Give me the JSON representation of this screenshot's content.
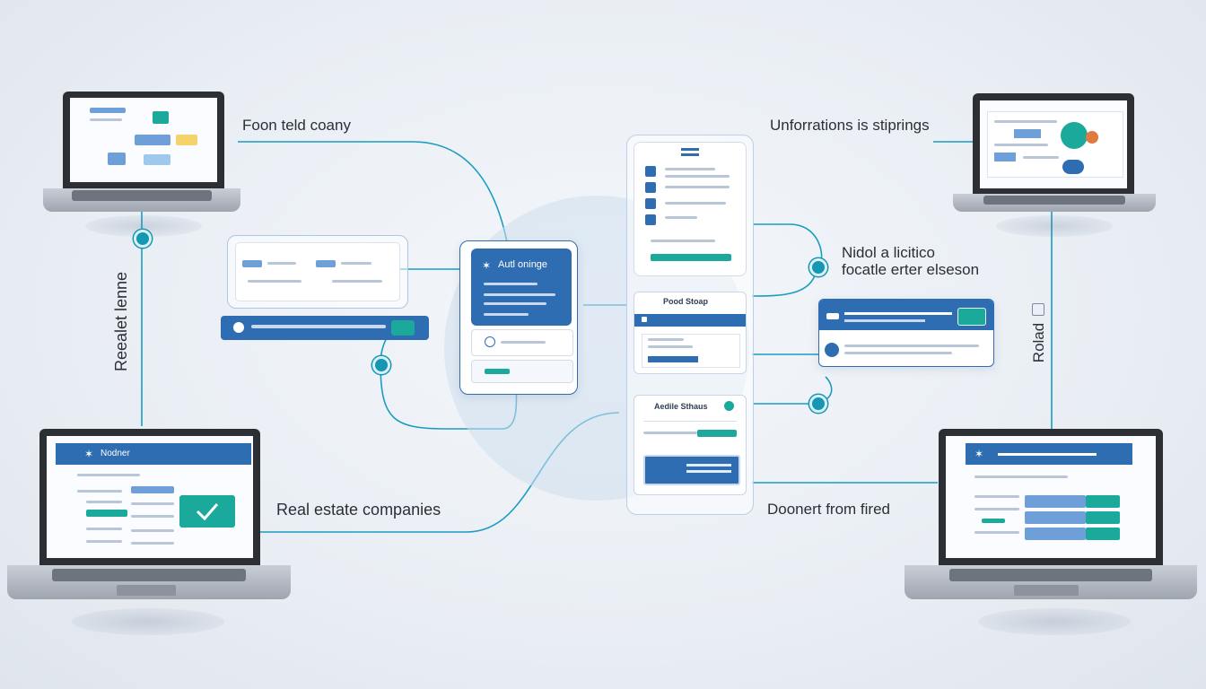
{
  "labels": {
    "top_left": "Foon teld coany",
    "top_right": "Unforrations is stiprings",
    "mid_right_1": "Nidol a licitico",
    "mid_right_2": "focatle erter elseson",
    "left_vertical": "Reealet lenne",
    "right_vertical": "Rolad",
    "bottom_left": "Real estate companies",
    "bottom_right": "Doonert from fired"
  },
  "cards": {
    "center_title": "Autl oninge",
    "form_title": "Pood Stoap",
    "form2_title": "Aedile Sthaus",
    "laptop_bl_title": "Nodner"
  },
  "colors": {
    "accent_blue": "#2f6db3",
    "accent_teal": "#1aa99a",
    "connector": "#1597b3"
  },
  "icons": [
    "check-icon",
    "eagle-logo-icon",
    "lock-icon"
  ]
}
